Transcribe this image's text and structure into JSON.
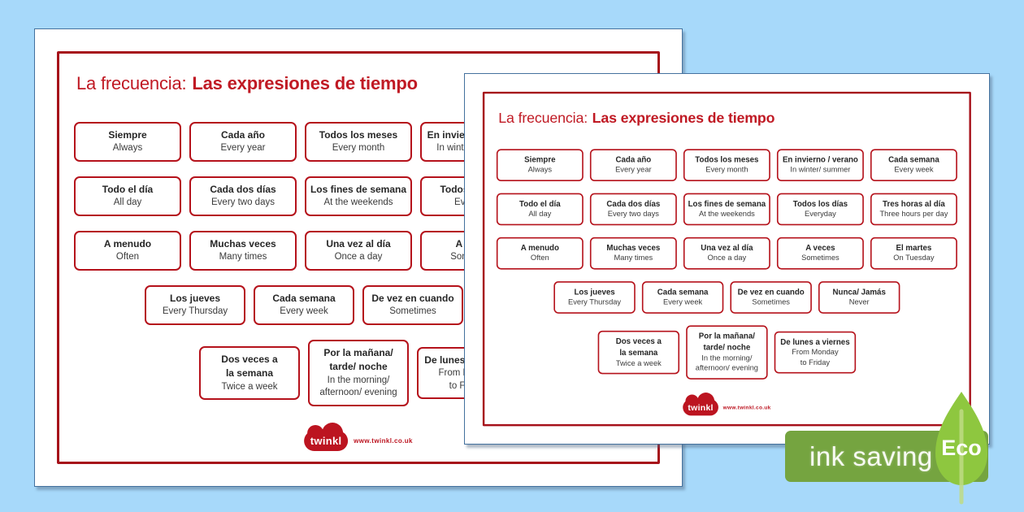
{
  "sheet": {
    "title_prefix": "La frecuencia:",
    "title_main": "Las expresiones de tiempo",
    "logo_text": "twinkl",
    "logo_url": "www.twinkl.co.uk",
    "rows": [
      {
        "boxes": [
          {
            "es": "Siempre",
            "en": "Always"
          },
          {
            "es": "Cada año",
            "en": "Every year"
          },
          {
            "es": "Todos los meses",
            "en": "Every month"
          },
          {
            "es": "En invierno / verano",
            "en": "In winter/ summer"
          },
          {
            "es": "Cada semana",
            "en": "Every week"
          }
        ]
      },
      {
        "boxes": [
          {
            "es": "Todo el día",
            "en": "All day"
          },
          {
            "es": "Cada dos días",
            "en": "Every two days"
          },
          {
            "es": "Los fines de semana",
            "en": "At the weekends"
          },
          {
            "es": "Todos los días",
            "en": "Everyday"
          },
          {
            "es": "Tres horas al día",
            "en": "Three hours per day"
          }
        ]
      },
      {
        "boxes": [
          {
            "es": "A menudo",
            "en": "Often"
          },
          {
            "es": "Muchas veces",
            "en": "Many times"
          },
          {
            "es": "Una vez al día",
            "en": "Once a day"
          },
          {
            "es": "A veces",
            "en": "Sometimes"
          },
          {
            "es": "El martes",
            "en": "On Tuesday"
          }
        ]
      },
      {
        "boxes": [
          {
            "es": "Los jueves",
            "en": "Every Thursday"
          },
          {
            "es": "Cada semana",
            "en": "Every week"
          },
          {
            "es": "De vez en cuando",
            "en": "Sometimes"
          },
          {
            "es": "Nunca/ Jamás",
            "en": "Never"
          }
        ]
      },
      {
        "boxes": [
          {
            "es": "Dos veces a\nla semana",
            "en": "Twice a week"
          },
          {
            "es": "Por la mañana/\ntarde/ noche",
            "en": "In the morning/\nafternoon/ evening"
          },
          {
            "es": "De lunes a viernes",
            "en": "From Monday\nto Friday"
          }
        ]
      }
    ]
  },
  "badge": {
    "ink_saving_label": "ink saving",
    "eco_label": "Eco"
  },
  "colors": {
    "background_blue": "#a7d9fa",
    "frame_red": "#a6111a",
    "box_border_red": "#b5121b",
    "title_red": "#c01a24",
    "logo_red": "#bc1420",
    "banner_green": "#75a440",
    "leaf_green": "#8ec73f"
  }
}
